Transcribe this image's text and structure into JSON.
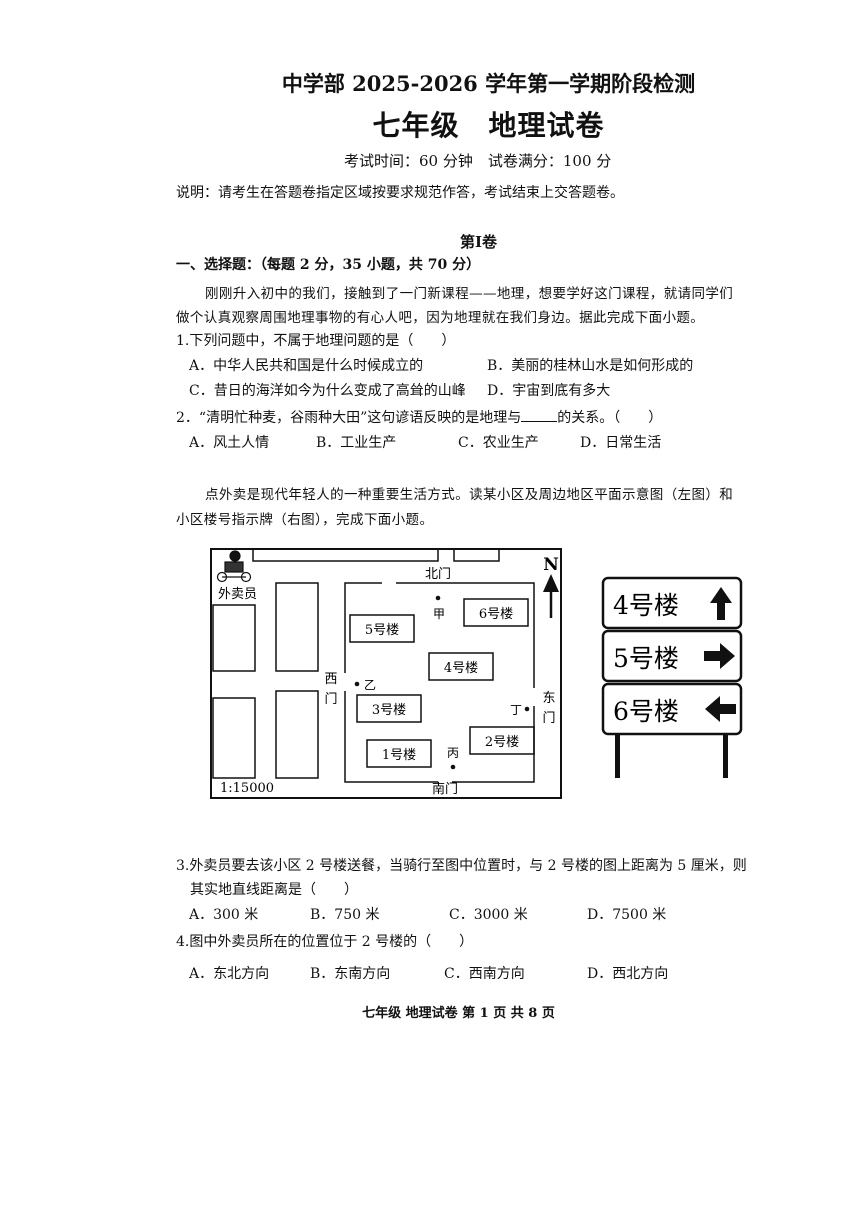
{
  "header": {
    "title_line1": "中学部 2025-2026 学年第一学期阶段检测",
    "title_line2": "七年级　地理试卷",
    "exam_info": "考试时间：60 分钟　试卷满分：100 分",
    "note": "说明：请考生在答题卷指定区域按要求规范作答，考试结束上交答题卷。"
  },
  "section": {
    "volume": "第Ⅰ卷",
    "part_title": "一、选择题：（每题 2 分，35 小题，共 70 分）"
  },
  "intro1": {
    "line1": "刚刚升入初中的我们，接触到了一门新课程——地理，想要学好这门课程，就请同学们",
    "line2": "做个认真观察周围地理事物的有心人吧，因为地理就在我们身边。据此完成下面小题。"
  },
  "q1": {
    "stem": "1.下列问题中，不属于地理问题的是（　　）",
    "A": "A．中华人民共和国是什么时候成立的",
    "B": "B．美丽的桂林山水是如何形成的",
    "C": "C．昔日的海洋如今为什么变成了高耸的山峰",
    "D": "D．宇宙到底有多大"
  },
  "q2": {
    "stem_a": "2．“清明忙种麦，谷雨种大田”这句谚语反映的是地理与",
    "stem_b": "的关系。（　　）",
    "A": "A．风土人情",
    "B": "B．工业生产",
    "C": "C．农业生产",
    "D": "D．日常生活"
  },
  "intro2": {
    "line1": "点外卖是现代年轻人的一种重要生活方式。读某小区及周边地区平面示意图（左图）和",
    "line2": "小区楼号指示牌（右图），完成下面小题。"
  },
  "map": {
    "north": "N",
    "courier": "外卖员",
    "north_gate": "北门",
    "south_gate": "南门",
    "west_gate_1": "西",
    "west_gate_2": "门",
    "east_gate_1": "东",
    "east_gate_2": "门",
    "scale": "1:15000",
    "b1": "1号楼",
    "b2": "2号楼",
    "b3": "3号楼",
    "b4": "4号楼",
    "b5": "5号楼",
    "b6": "6号楼",
    "p_jia": "甲",
    "p_yi": "乙",
    "p_bing": "丙",
    "p_ding": "丁"
  },
  "sign": {
    "row1": "4号楼",
    "row2": "5号楼",
    "row3": "6号楼",
    "row1_arrow": "arrow-up-icon",
    "row2_arrow": "arrow-right-icon",
    "row3_arrow": "arrow-left-icon"
  },
  "q3": {
    "stem_line1": "3.外卖员要去该小区 2 号楼送餐，当骑行至图中位置时，与 2 号楼的图上距离为 5 厘米，则",
    "stem_line2": "其实地直线距离是（　　）",
    "A": "A．300 米",
    "B": "B．750 米",
    "C": "C．3000 米",
    "D": "D．7500 米"
  },
  "q4": {
    "stem": "4.图中外卖员所在的位置位于 2 号楼的（　　）",
    "A": "A．东北方向",
    "B": "B．东南方向",
    "C": "C．西南方向",
    "D": "D．西北方向"
  },
  "footer": "七年级 地理试卷 第 1 页 共 8 页"
}
